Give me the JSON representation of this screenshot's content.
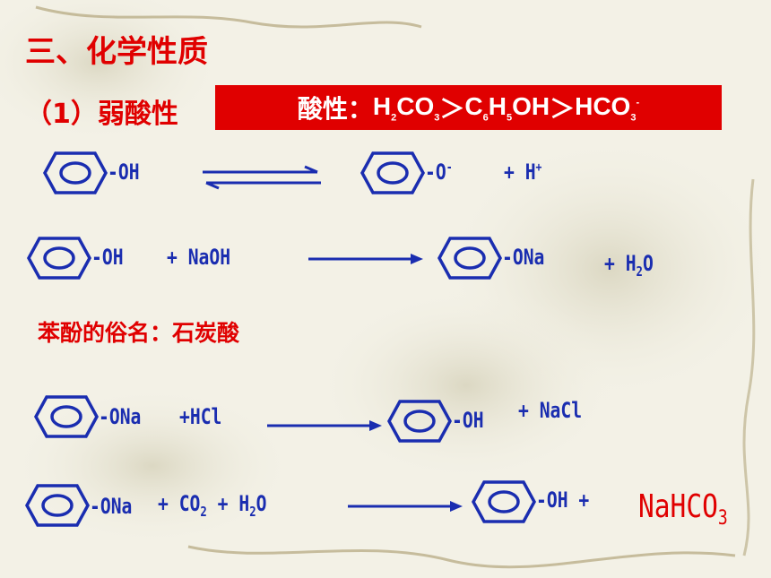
{
  "slide": {
    "title": "三、化学性质",
    "subtitle": "（1）弱酸性",
    "acidity": {
      "label": "酸性：",
      "h2co3": [
        "H",
        "2",
        "CO",
        "3"
      ],
      "gt1": "＞",
      "phenol": [
        "C",
        "6",
        "H",
        "5",
        "OH"
      ],
      "gt2": "＞",
      "hco3": [
        "HCO",
        "3",
        "-"
      ]
    },
    "eq1": {
      "left": "-OH",
      "right": "-O",
      "right_charge": "-",
      "plus": "+ H",
      "h_charge": "+"
    },
    "eq2": {
      "left": "-OH",
      "reagent": "+ NaOH",
      "product": "-ONa",
      "water": [
        "+ H",
        "2",
        "O"
      ]
    },
    "nickname": "苯酚的俗名：石炭酸",
    "eq3": {
      "left": "-ONa",
      "reagent": "+HCl",
      "product": "-OH",
      "side": "+ NaCl"
    },
    "eq4": {
      "left": "-ONa",
      "reagents": [
        "+ CO",
        "2",
        " + H",
        "2",
        "O"
      ],
      "product": "-OH +",
      "nahco3": [
        "NaHCO",
        "3"
      ]
    }
  },
  "colors": {
    "red": "#e00000",
    "blue": "#1a2db0",
    "banner_text": "#ffffff"
  }
}
